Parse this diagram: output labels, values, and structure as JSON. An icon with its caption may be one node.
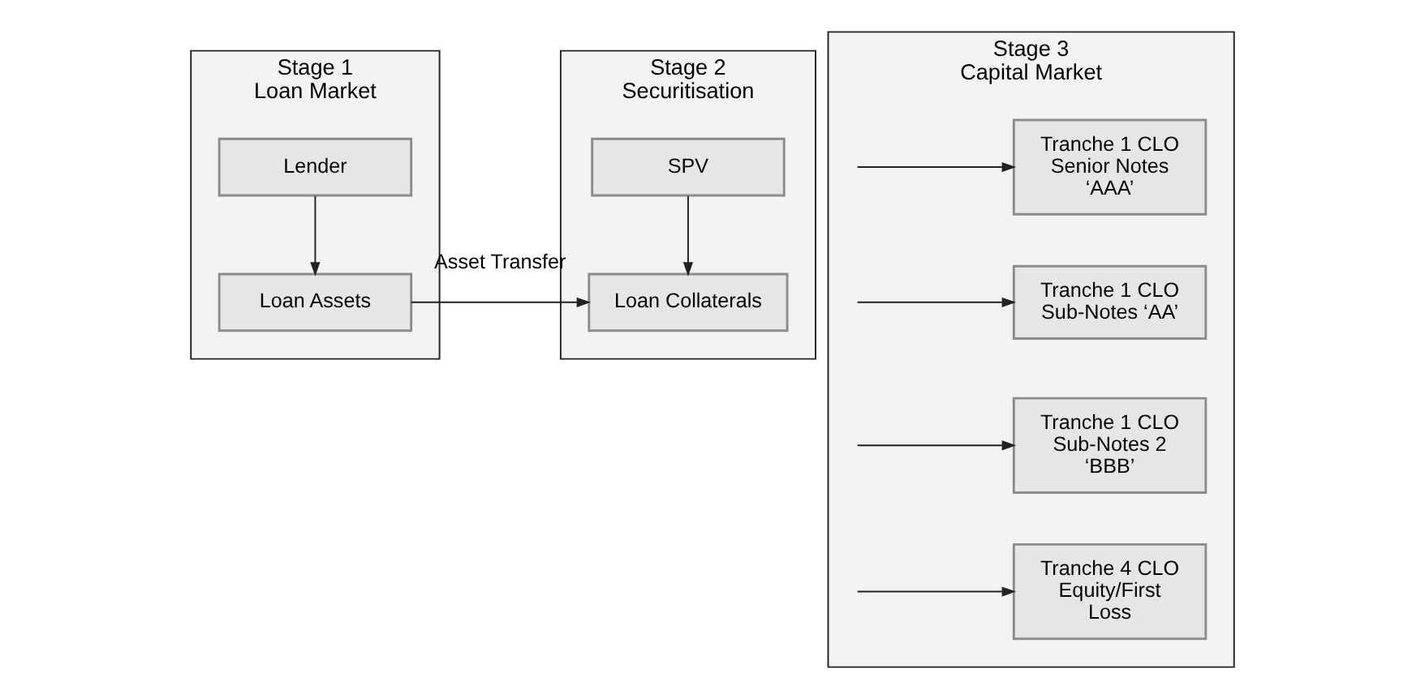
{
  "diagram": {
    "nodes": [
      {
        "text": [
          "Stage 1",
          "Loan Market"
        ]
      },
      {
        "text": [
          "Lender"
        ],
        "in": 0
      },
      {
        "text": [
          "Loan Assets"
        ],
        "in": 0
      },
      {
        "text": [
          "Stage 2",
          "Securitisation"
        ]
      },
      {
        "text": [
          "SPV"
        ],
        "in": 3
      },
      {
        "text": [
          "Loan Collaterals"
        ],
        "in": 3
      },
      {
        "text": [
          "Stage 3",
          "Capital Market"
        ]
      },
      {
        "text": [
          "Tranche 1 CLO Senior Notes ‘AAA’"
        ],
        "in": 6
      },
      {
        "text": [
          "Tranche 1 CLO Sub-Notes ‘AA’"
        ],
        "in": 6
      },
      {
        "text": [
          "Tranche 1 CLO Sub-Notes 2 ‘BBB’"
        ],
        "in": 6
      },
      {
        "text": [
          "Tranche 4 CLO Equity/First Loss"
        ],
        "in": 6
      }
    ],
    "edges": [
      {
        "from": 1,
        "to": 2,
        "arrow": "to"
      },
      {
        "from": 4,
        "to": 5,
        "arrow": "to"
      },
      {
        "from": 2,
        "to": 5,
        "arrow": "to",
        "label": "Asset Transfer"
      },
      {
        "from": null,
        "to": 7,
        "arrow": "to"
      },
      {
        "from": null,
        "to": 8,
        "arrow": "to"
      },
      {
        "from": null,
        "to": 9,
        "arrow": "to"
      },
      {
        "from": null,
        "to": 10,
        "arrow": "to"
      }
    ]
  }
}
